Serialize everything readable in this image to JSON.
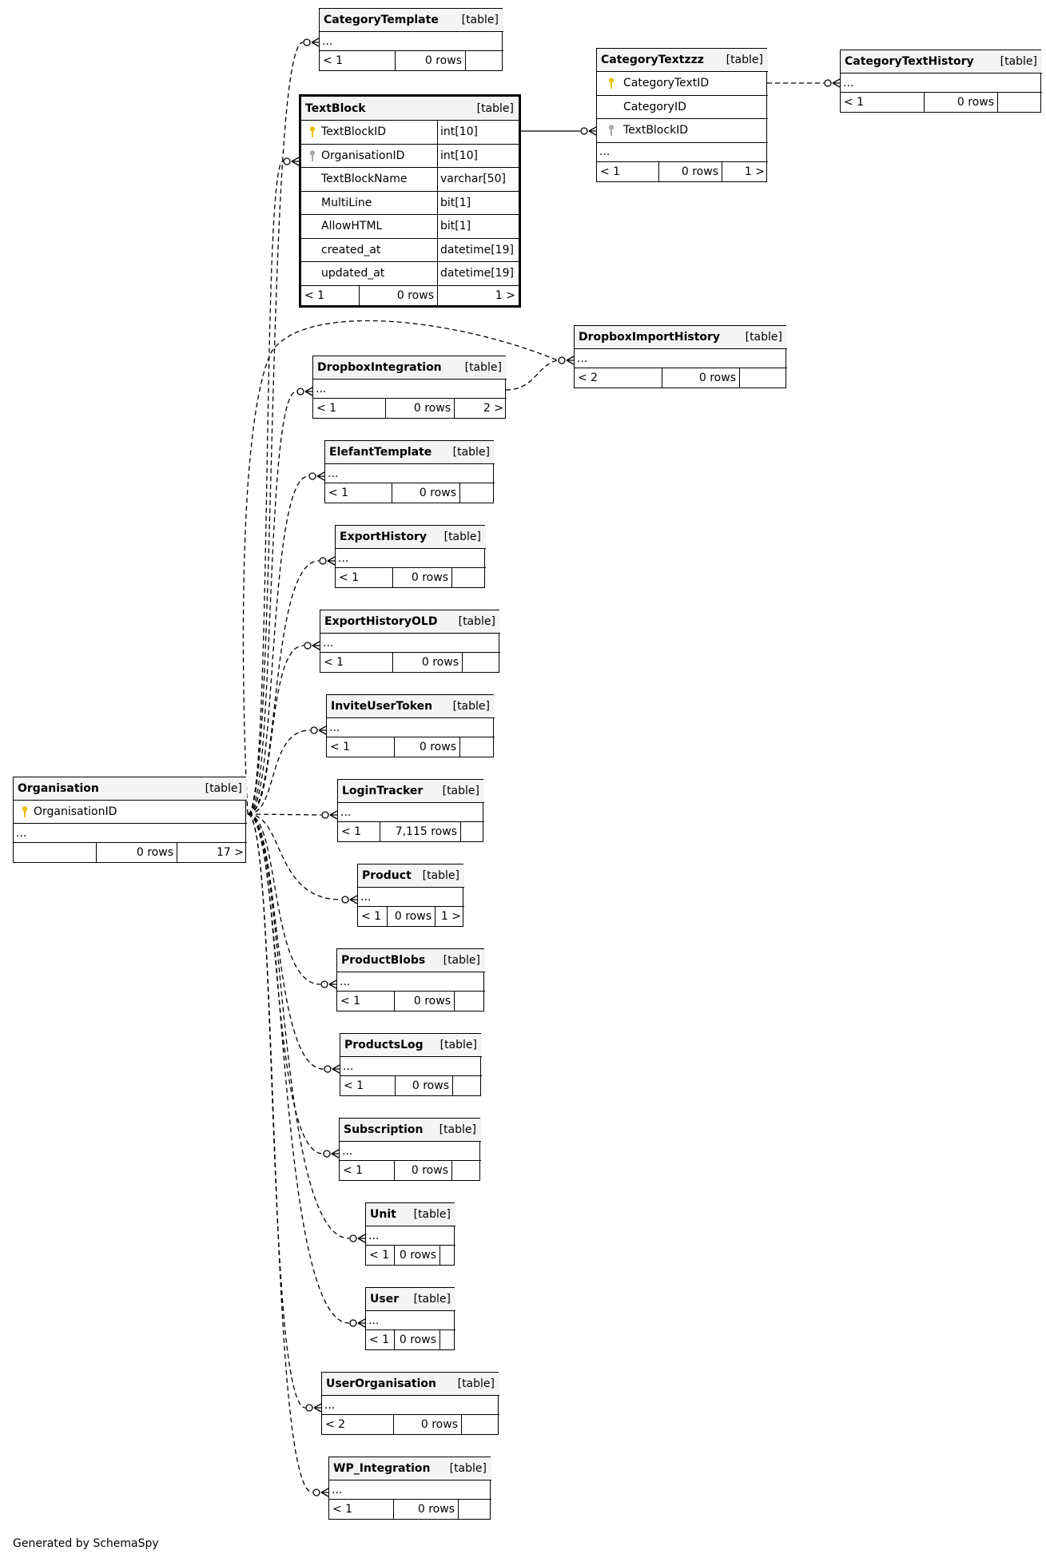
{
  "footer": "Generated by SchemaSpy",
  "colors": {
    "line": "#000000",
    "header_bg": "#f4f4f4",
    "primary_key": "#e6c200",
    "foreign_key": "#aaaaaa"
  },
  "tables": {
    "CategoryTemplate": {
      "name": "CategoryTemplate",
      "type": "[table]",
      "ellipsis": "...",
      "f1": "< 1",
      "f2": "0 rows",
      "f3": ""
    },
    "TextBlock": {
      "name": "TextBlock",
      "type": "[table]",
      "footer": {
        "f1": "< 1",
        "f2": "0 rows",
        "f3": "1 >"
      },
      "columns": [
        {
          "name": "TextBlockID",
          "type": "int[10]",
          "key": "primary"
        },
        {
          "name": "OrganisationID",
          "type": "int[10]",
          "key": "foreign"
        },
        {
          "name": "TextBlockName",
          "type": "varchar[50]",
          "key": ""
        },
        {
          "name": "MultiLine",
          "type": "bit[1]",
          "key": ""
        },
        {
          "name": "AllowHTML",
          "type": "bit[1]",
          "key": ""
        },
        {
          "name": "created_at",
          "type": "datetime[19]",
          "key": ""
        },
        {
          "name": "updated_at",
          "type": "datetime[19]",
          "key": ""
        }
      ]
    },
    "CategoryTextzzz": {
      "name": "CategoryTextzzz",
      "type": "[table]",
      "columns": [
        {
          "name": "CategoryTextID",
          "key": "primary"
        },
        {
          "name": "CategoryID",
          "key": ""
        },
        {
          "name": "TextBlockID",
          "key": "foreign"
        }
      ],
      "ellipsis": "...",
      "f1": "< 1",
      "f2": "0 rows",
      "f3": "1 >"
    },
    "CategoryTextHistory": {
      "name": "CategoryTextHistory",
      "type": "[table]",
      "ellipsis": "...",
      "f1": "< 1",
      "f2": "0 rows",
      "f3": ""
    },
    "DropboxImportHistory": {
      "name": "DropboxImportHistory",
      "type": "[table]",
      "ellipsis": "...",
      "f1": "< 2",
      "f2": "0 rows",
      "f3": ""
    },
    "DropboxIntegration": {
      "name": "DropboxIntegration",
      "type": "[table]",
      "ellipsis": "...",
      "f1": "< 1",
      "f2": "0 rows",
      "f3": "2 >"
    },
    "ElefantTemplate": {
      "name": "ElefantTemplate",
      "type": "[table]",
      "ellipsis": "...",
      "f1": "< 1",
      "f2": "0 rows",
      "f3": ""
    },
    "ExportHistory": {
      "name": "ExportHistory",
      "type": "[table]",
      "ellipsis": "...",
      "f1": "< 1",
      "f2": "0 rows",
      "f3": ""
    },
    "ExportHistoryOLD": {
      "name": "ExportHistoryOLD",
      "type": "[table]",
      "ellipsis": "...",
      "f1": "< 1",
      "f2": "0 rows",
      "f3": ""
    },
    "InviteUserToken": {
      "name": "InviteUserToken",
      "type": "[table]",
      "ellipsis": "...",
      "f1": "< 1",
      "f2": "0 rows",
      "f3": ""
    },
    "Organisation": {
      "name": "Organisation",
      "type": "[table]",
      "column": "OrganisationID",
      "ellipsis": "...",
      "f1": "",
      "f2": "0 rows",
      "f3": "17 >"
    },
    "LoginTracker": {
      "name": "LoginTracker",
      "type": "[table]",
      "ellipsis": "...",
      "f1": "< 1",
      "f2": "7,115 rows",
      "f3": ""
    },
    "Product": {
      "name": "Product",
      "type": "[table]",
      "ellipsis": "...",
      "f1": "< 1",
      "f2": "0 rows",
      "f3": "1 >"
    },
    "ProductBlobs": {
      "name": "ProductBlobs",
      "type": "[table]",
      "ellipsis": "...",
      "f1": "< 1",
      "f2": "0 rows",
      "f3": ""
    },
    "ProductsLog": {
      "name": "ProductsLog",
      "type": "[table]",
      "ellipsis": "...",
      "f1": "< 1",
      "f2": "0 rows",
      "f3": ""
    },
    "Subscription": {
      "name": "Subscription",
      "type": "[table]",
      "ellipsis": "...",
      "f1": "< 1",
      "f2": "0 rows",
      "f3": ""
    },
    "Unit": {
      "name": "Unit",
      "type": "[table]",
      "ellipsis": "...",
      "f1": "< 1",
      "f2": "0 rows",
      "f3": ""
    },
    "User": {
      "name": "User",
      "type": "[table]",
      "ellipsis": "...",
      "f1": "< 1",
      "f2": "0 rows",
      "f3": ""
    },
    "UserOrganisation": {
      "name": "UserOrganisation",
      "type": "[table]",
      "ellipsis": "...",
      "f1": "< 2",
      "f2": "0 rows",
      "f3": ""
    },
    "WP_Integration": {
      "name": "WP_Integration",
      "type": "[table]",
      "ellipsis": "...",
      "f1": "< 1",
      "f2": "0 rows",
      "f3": ""
    }
  }
}
